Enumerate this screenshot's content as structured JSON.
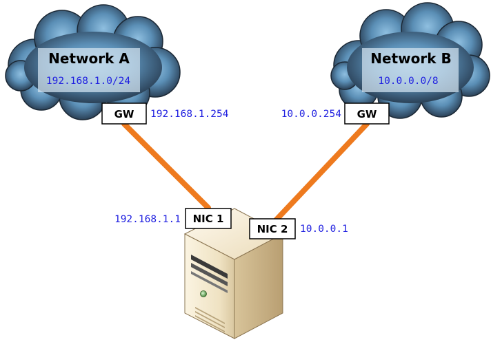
{
  "network_a": {
    "title": "Network A",
    "subnet": "192.168.1.0/24",
    "gateway_label": "GW",
    "gateway_ip": "192.168.1.254"
  },
  "network_b": {
    "title": "Network B",
    "subnet": "10.0.0.0/8",
    "gateway_label": "GW",
    "gateway_ip": "10.0.0.254"
  },
  "server": {
    "nic1": {
      "label": "NIC 1",
      "ip": "192.168.1.1"
    },
    "nic2": {
      "label": "NIC 2",
      "ip": "10.0.0.1"
    }
  },
  "colors": {
    "link": "#ee7a1e",
    "ip_text": "#2020e0",
    "cloud_dark": "#263848",
    "cloud_light": "#6a9ec4"
  },
  "icons": {
    "cloud": "cloud-icon",
    "server": "server-tower-icon"
  }
}
